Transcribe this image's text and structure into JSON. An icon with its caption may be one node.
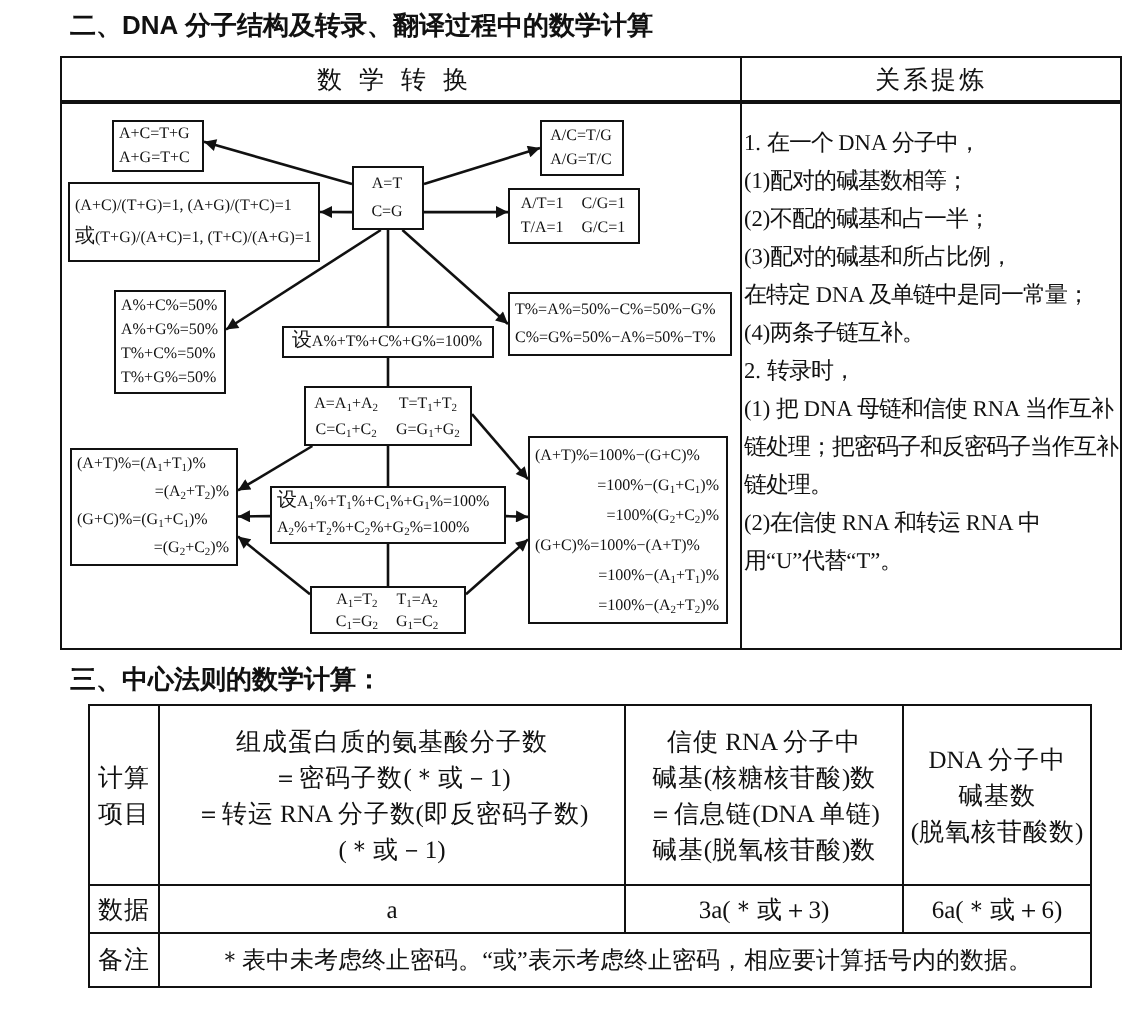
{
  "diagram": {
    "title": "二、DNA 分子结构及转录、翻译过程中的数学计算",
    "nodes": [
      {
        "text": [
          "数学转换"
        ]
      },
      {
        "text": [
          "A+C=T+G",
          "A+G=T+C"
        ],
        "in": 0
      },
      {
        "text": [
          "A/C=T/G",
          "A/G=T/C"
        ],
        "in": 0
      },
      {
        "text": [
          "A=T",
          "C=G"
        ],
        "in": 0
      },
      {
        "text": [
          "(A+C)/(T+G)=1, (A+G)/(T+C)=1",
          "或(T+G)/(A+C)=1, (T+C)/(A+G)=1"
        ],
        "in": 0
      },
      {
        "text": [
          "A/T=1",
          "C/G=1",
          "T/A=1",
          "G/C=1"
        ],
        "in": 0
      },
      {
        "text": [
          "A%+C%=50%",
          "A%+G%=50%",
          "T%+C%=50%",
          "T%+G%=50%"
        ],
        "in": 0
      },
      {
        "text": [
          "T%=A%=50%−C%=50%−G%",
          "C%=G%=50%−A%=50%−T%"
        ],
        "in": 0
      },
      {
        "text": [
          "设A%+T%+C%+G%=100%"
        ],
        "in": 0
      },
      {
        "text": [
          "A=A$_{1}$+A$_{2}$",
          "T=T$_{1}$+T$_{2}$",
          "C=C$_{1}$+C$_{2}$",
          "G=G$_{1}$+G$_{2}$"
        ],
        "in": 0
      },
      {
        "text": [
          "(A+T)%=100%−(G+C)%",
          "=100%−(G$_{1}$+C$_{1}$)%",
          "=100%(G$_{2}$+C$_{2}$)%",
          "(G+C)%=100%−(A+T)%",
          "=100%−(A$_{1}$+T$_{1}$)%",
          "=100%−(A$_{2}$+T$_{2}$)%"
        ],
        "in": 0
      },
      {
        "text": [
          "(A+T)%=(A$_{1}$+T$_{1}$)%",
          "=(A$_{2}$+T$_{2}$)%",
          "(G+C)%=(G$_{1}$+C$_{1}$)%",
          "=(G$_{2}$+C$_{2}$)%"
        ],
        "in": 0
      },
      {
        "text": [
          "设A$_{1}$%+T$_{1}$%+C$_{1}$%+G$_{1}$%=100%",
          "A$_{2}$%+T$_{2}$%+C$_{2}$%+G$_{2}$%=100%"
        ],
        "in": 0
      },
      {
        "text": [
          "A$_{1}$=T$_{2}$",
          "T$_{1}$=A$_{2}$",
          "C$_{1}$=G$_{2}$",
          "G$_{1}$=C$_{2}$"
        ],
        "in": 0
      },
      {
        "text": [
          "关系提炼",
          "1. 在一个 DNA 分子中，",
          "(1)配对的碱基数相等；",
          "(2)不配的碱基和占一半；",
          "(3)配对的碱基和所占比例，",
          "在特定 DNA 及单链中是同一常量；",
          "(4)两条子链互补。",
          "2. 转录时，",
          "(1) 把 DNA 母链和信使 RNA 当作互补链处理；把密码子和反密码子当作互补链处理。",
          "(2)在信使 RNA 和转运 RNA 中用“U”代替“T”。"
        ]
      }
    ],
    "edges": [
      {
        "from": 3,
        "to": 1,
        "arrow": "to"
      },
      {
        "from": 3,
        "to": 4,
        "arrow": "to"
      },
      {
        "from": 3,
        "to": 6,
        "arrow": "to"
      },
      {
        "from": 3,
        "to": 8,
        "arrow": "none"
      },
      {
        "from": 3,
        "to": 2,
        "arrow": "to"
      },
      {
        "from": 3,
        "to": 5,
        "arrow": "to"
      },
      {
        "from": 3,
        "to": 7,
        "arrow": "to"
      },
      {
        "from": 8,
        "to": 9,
        "arrow": "none"
      },
      {
        "from": 9,
        "to": 12,
        "arrow": "none"
      },
      {
        "from": 12,
        "to": 13,
        "arrow": "none"
      },
      {
        "from": 9,
        "to": 11,
        "arrow": "to"
      },
      {
        "from": 12,
        "to": 11,
        "arrow": "to"
      },
      {
        "from": 13,
        "to": 11,
        "arrow": "to"
      },
      {
        "from": 9,
        "to": 10,
        "arrow": "to"
      },
      {
        "from": 12,
        "to": 10,
        "arrow": "to"
      },
      {
        "from": 13,
        "to": 10,
        "arrow": "to"
      }
    ],
    "labels": [
      "三、中心法则的数学计算：",
      "计算项目",
      "组成蛋白质的氨基酸分子数",
      "＝密码子数(＊或－1)",
      "＝转运 RNA 分子数(即反密码子数)",
      "(＊或－1)",
      "信使 RNA 分子中",
      "碱基(核糖核苷酸)数",
      "＝信息链(DNA 单链)",
      "碱基(脱氧核苷酸)数",
      "DNA 分子中",
      "碱基数",
      "(脱氧核苷酸数)",
      "数据",
      "a",
      "3a(＊或＋3)",
      "6a(＊或＋6)",
      "备注",
      "＊表中未考虑终止密码。“或”表示考虑终止密码，相应要计算括号内的数据。"
    ]
  }
}
